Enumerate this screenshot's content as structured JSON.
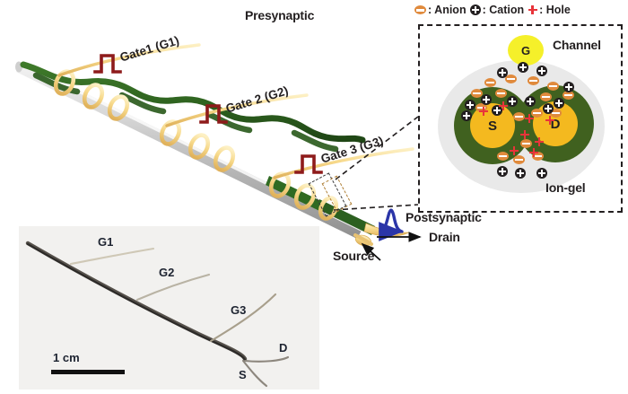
{
  "figure": {
    "title": "Fiber-shaped multi-gate synaptic transistor schematic with ion-gel cross-section inset and optical photograph"
  },
  "legend": {
    "anion": {
      "icon": "anion-symbol",
      "label": ": Anion"
    },
    "cation": {
      "icon": "cation-symbol",
      "label": ": Cation"
    },
    "hole": {
      "icon": "hole-symbol",
      "label": ": Hole"
    }
  },
  "schematic": {
    "presynaptic_label": "Presynaptic",
    "gates": [
      {
        "label": "Gate1 (G1)",
        "icon": "pulse-waveform-icon"
      },
      {
        "label": "Gate 2 (G2)",
        "icon": "pulse-waveform-icon"
      },
      {
        "label": "Gate 3 (G3)",
        "icon": "pulse-waveform-icon"
      }
    ],
    "postsynaptic_label": "Postsynaptic",
    "drain_label": "Drain",
    "source_label": "Source"
  },
  "inset": {
    "gate_label": "G",
    "source_label": "S",
    "drain_label": "D",
    "channel_label": "Channel",
    "iongel_label": "Ion-gel"
  },
  "photo": {
    "labels": [
      "G1",
      "G2",
      "G3",
      "D",
      "S"
    ],
    "scalebar_label": "1 cm"
  },
  "colors": {
    "channel_green": "#40611f",
    "electrode_gold": "#f4b91f",
    "gate_yellow": "#f5f02a",
    "iongel_gray": "#e9e9e9",
    "anion_orange": "#e08a3c",
    "cation_black": "#231f20",
    "hole_red": "#e8343a",
    "pulse_darkred": "#8e1b1b",
    "wire_cream": "#f7d98a",
    "spike_blue": "#2b35a8"
  }
}
